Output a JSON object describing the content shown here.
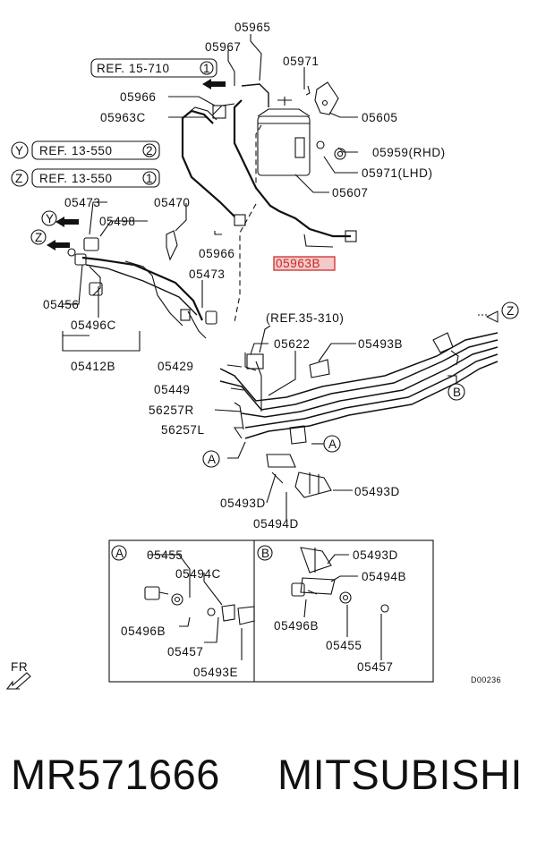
{
  "diagram": {
    "parts": {
      "p05965": "05965",
      "p05967": "05967",
      "p05971": "05971",
      "p05966_top": "05966",
      "p05963C": "05963C",
      "p05605": "05605",
      "p05959": "05959(RHD)",
      "p05971_lhd": "05971(LHD)",
      "p05607": "05607",
      "p05473_top": "05473",
      "p05470": "05470",
      "p05498": "05498",
      "p05966_mid": "05966",
      "p05963B": "05963B",
      "p05473_mid": "05473",
      "p05456": "05456",
      "p05496C": "05496C",
      "p05412B": "05412B",
      "p05622": "05622",
      "p05493B": "05493B",
      "p05429": "05429",
      "p05449": "05449",
      "p56257R": "56257R",
      "p56257L": "56257L",
      "p05493D_mid": "05493D",
      "p05493D_right": "05493D",
      "p05494D": "05494D"
    },
    "refs": {
      "ref15": "REF. 15-710",
      "ref15_num": "1",
      "refY": "REF. 13-550",
      "refY_num": "2",
      "refY_tag": "Y",
      "refZ": "REF. 13-550",
      "refZ_num": "1",
      "refZ_tag": "Z",
      "ref35": "(REF.35-310)"
    },
    "markers": {
      "Y": "Y",
      "Z_left": "Z",
      "Z_right": "Z",
      "A1": "A",
      "A2": "A",
      "B1": "B"
    },
    "detail_A": {
      "tag": "A",
      "parts": [
        "05455",
        "05494C",
        "05496B",
        "05457",
        "05493E"
      ]
    },
    "detail_B": {
      "tag": "B",
      "parts": [
        "05493D",
        "05494B",
        "05496B",
        "05455",
        "05457"
      ]
    },
    "front_label": "FR",
    "drawing_code": "D00236",
    "highlight_color": "#d23b3b"
  },
  "footer": {
    "part_number": "MR571666",
    "brand": "MITSUBISHI"
  }
}
